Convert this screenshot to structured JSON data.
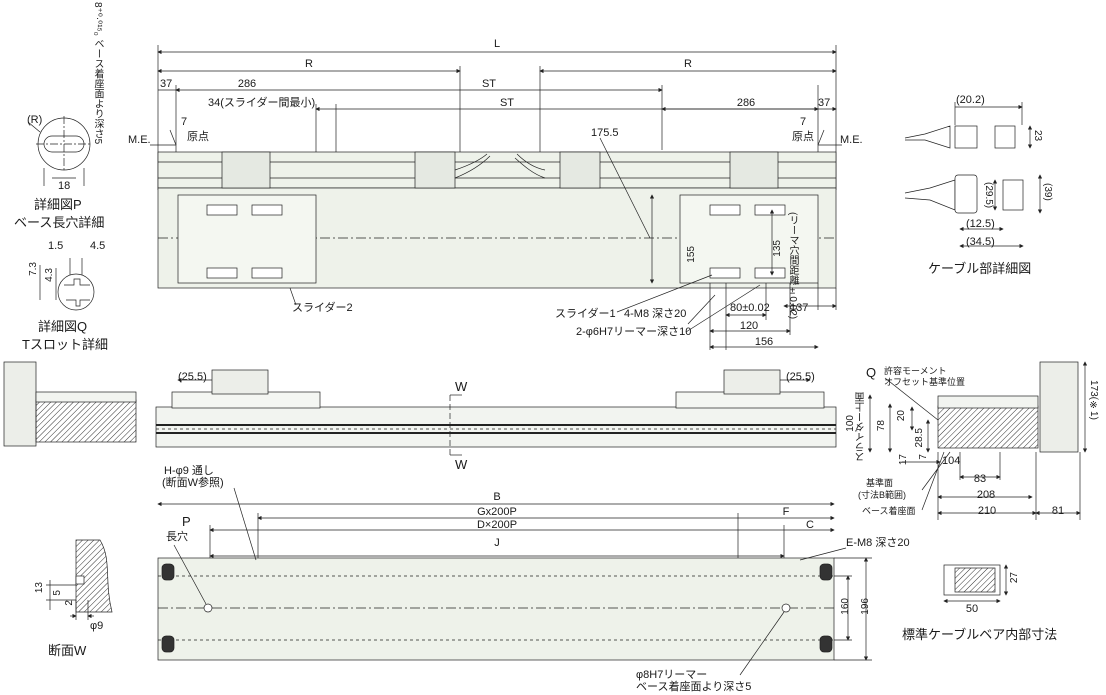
{
  "detail_p": {
    "title": "詳細図P",
    "subtitle": "ベース長穴詳細",
    "r_label": "(R)",
    "width": "18",
    "vertical_note": "8⁺⁰·⁰¹⁵₀ ベース着座面より深さ5"
  },
  "detail_q": {
    "title": "詳細図Q",
    "subtitle": "Tスロット詳細",
    "d1": "1.5",
    "d2": "4.5",
    "d3": "7.3",
    "d4": "4.3"
  },
  "section_w": {
    "title": "断面W",
    "d1": "13",
    "d2": "5",
    "d3": "2",
    "d4": "φ9"
  },
  "top_view": {
    "L": "L",
    "R_left": "R",
    "R_right": "R",
    "ST_top": "ST",
    "ST_mid": "ST",
    "d37_left": "37",
    "d286_left": "286",
    "d286_right": "286",
    "d37_right": "37",
    "min_gap": "34(スライダー間最小)",
    "me_left": "M.E.",
    "me_right": "M.E.",
    "d7_left": "7",
    "d7_right": "7",
    "origin_left": "原点",
    "origin_right": "原点",
    "d175": "175.5",
    "d155": "155",
    "d135": "135",
    "pitch_note": "(リーマ穴間距離±0.02)",
    "slider2": "スライダー2",
    "slider1": "スライダー1",
    "m8": "4-M8 深さ20",
    "reamer6": "2-φ6H7リーマー深さ10",
    "d80": "80±0.02",
    "d137": "137",
    "d120": "120",
    "d156": "156"
  },
  "cable_detail": {
    "title": "ケーブル部詳細図",
    "d20_2": "(20.2)",
    "d23": "23",
    "d29_5": "(29.5)",
    "d39": "(39)",
    "d12_5": "(12.5)",
    "d34_5": "(34.5)"
  },
  "side_view": {
    "d25_5_left": "(25.5)",
    "d25_5_right": "(25.5)",
    "w_top": "W",
    "w_bottom": "W"
  },
  "end_view": {
    "q_label": "Q",
    "moment_line1": "許容モーメント",
    "moment_line2": "オフセット基準位置",
    "slider_top": "スライダー上面",
    "d100": "100",
    "d78": "78",
    "d20": "20",
    "d28_5": "28.5",
    "d17": "17",
    "d7": "7",
    "d104": "104",
    "d83": "83",
    "d208": "208",
    "d210": "210",
    "d81": "81",
    "d173": "173(※1)",
    "ref_plane": "基準面",
    "ref_range": "(寸法B範囲)",
    "base_seat": "ベース着座面"
  },
  "bottom_view": {
    "h_hole": "H-φ9 通し",
    "h_ref": "(断面W参照)",
    "B": "B",
    "G": "Gx200P",
    "F": "F",
    "D": "D×200P",
    "C": "C",
    "J": "J",
    "P": "P",
    "slot": "長穴",
    "e_m8": "E-M8 深さ20",
    "d160": "160",
    "d196": "196",
    "reamer8_line1": "φ8H7リーマー",
    "reamer8_line2": "ベース着座面より深さ5"
  },
  "cable_bearer": {
    "title": "標準ケーブルベア内部寸法",
    "d27": "27",
    "d50": "50"
  }
}
